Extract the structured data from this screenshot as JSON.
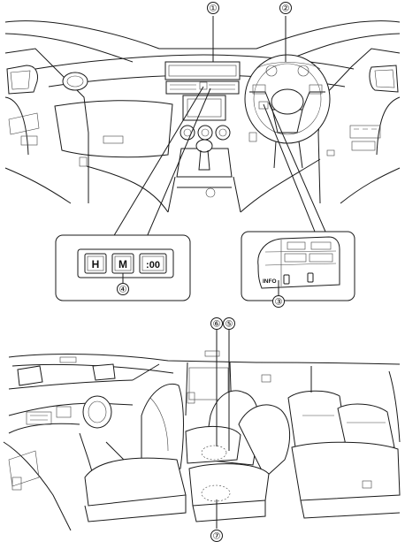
{
  "callouts": {
    "c1": "①",
    "c2": "②",
    "c3": "③",
    "c4": "④",
    "c5": "⑤",
    "c6": "⑥",
    "c7": "⑦"
  },
  "clock_panel": {
    "hour_button": "H",
    "minute_button": "M",
    "reset_button": ":00"
  },
  "steering_switch_panel": {
    "info_label": "INFO"
  },
  "colors": {
    "line": "#1a1a1a",
    "background": "#ffffff"
  }
}
